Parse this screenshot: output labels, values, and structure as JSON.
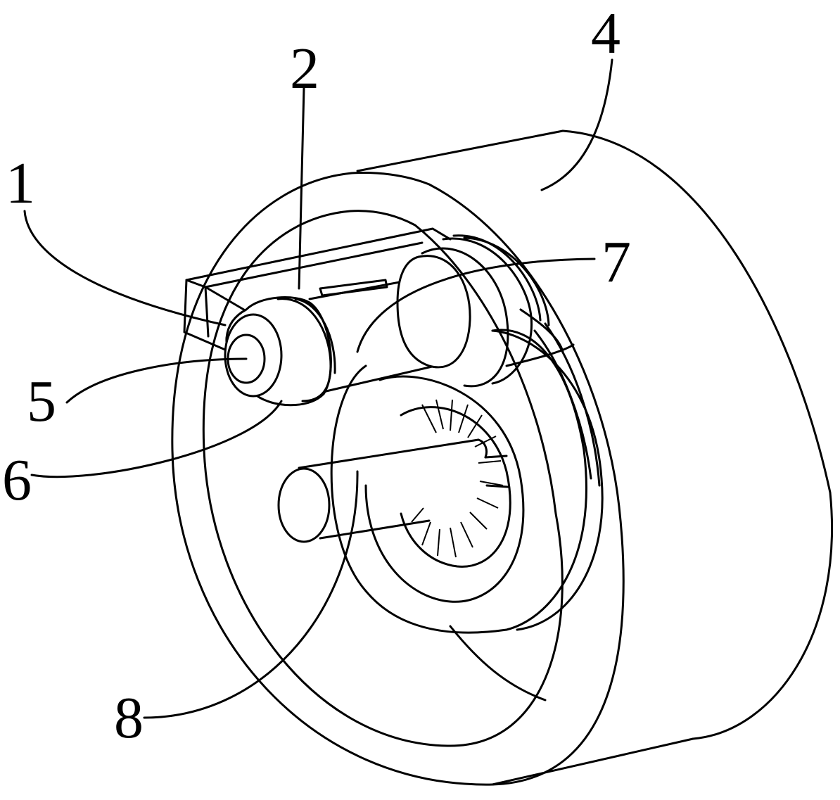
{
  "labels": {
    "l1": "1",
    "l2": "2",
    "l4": "4",
    "l5": "5",
    "l6": "6",
    "l7": "7",
    "l8": "8"
  }
}
